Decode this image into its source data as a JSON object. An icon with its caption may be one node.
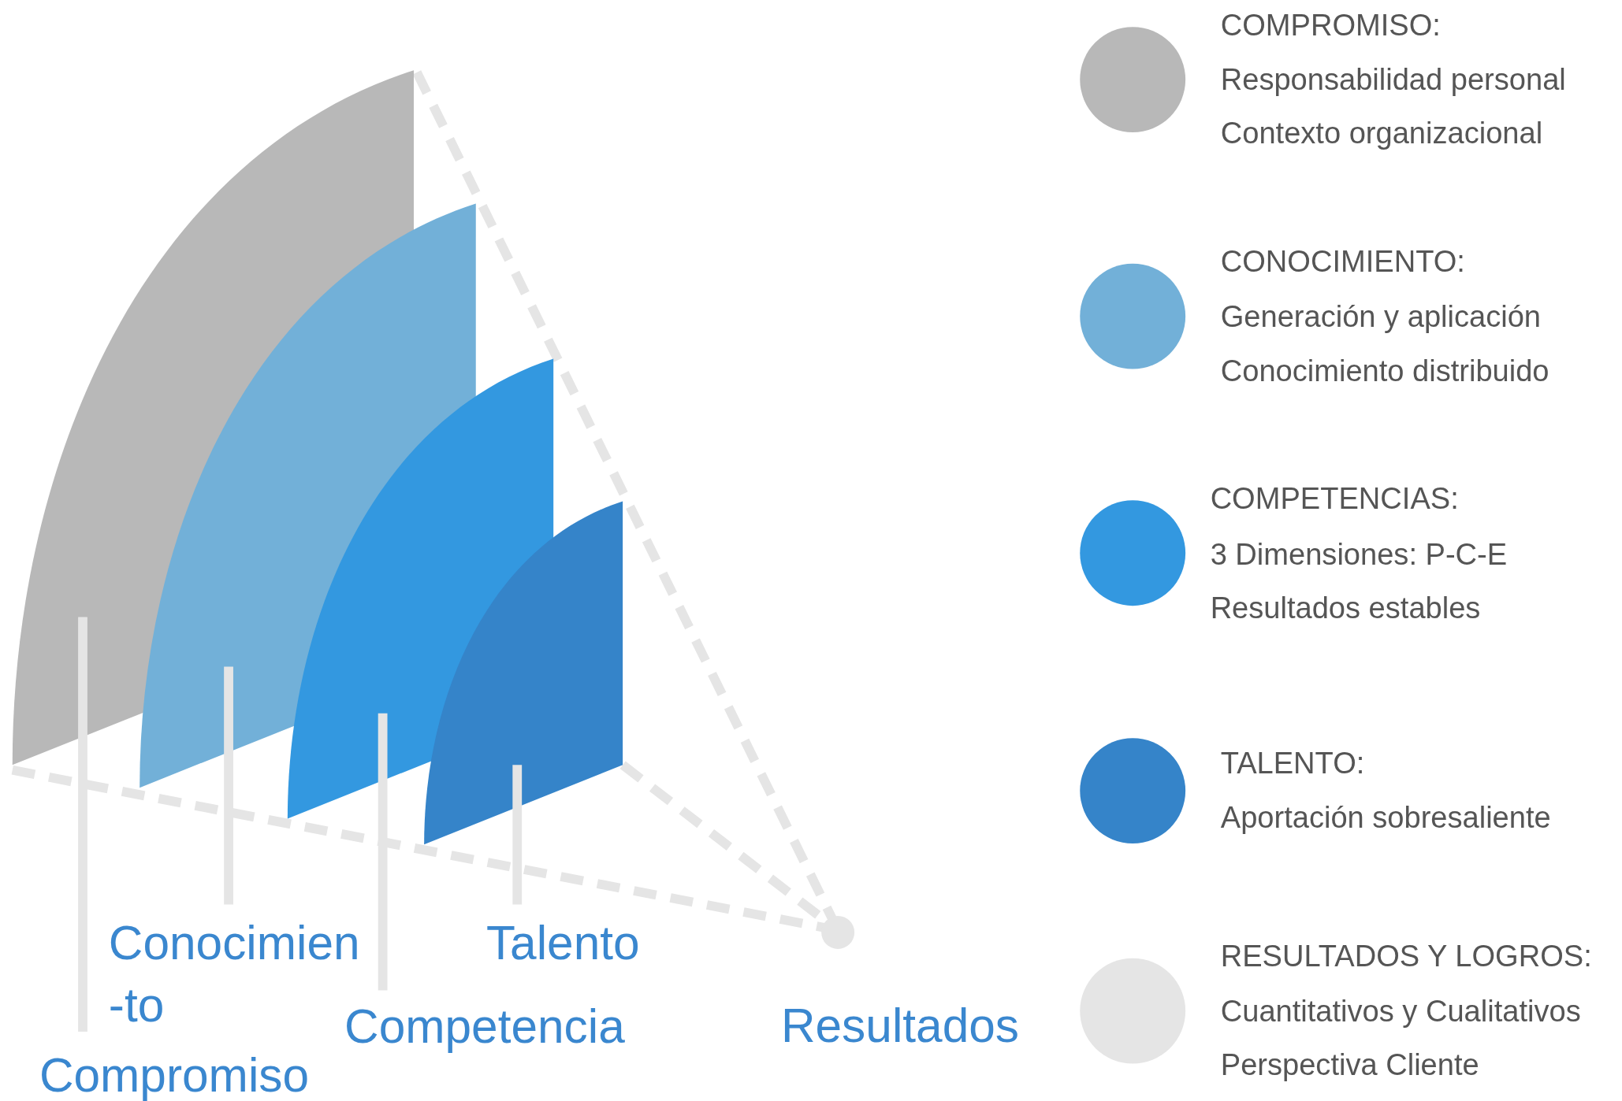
{
  "diagram": {
    "nodes": [
      {
        "text": [],
        "shape": "sail"
      },
      {
        "text": [],
        "shape": "sail"
      },
      {
        "text": [],
        "shape": "sail"
      },
      {
        "text": [],
        "shape": "sail"
      },
      {
        "text": [],
        "shape": "circle",
        "beside": [
          "Resultados"
        ]
      },
      {
        "text": [
          "Compromiso"
        ]
      },
      {
        "text": [
          "Conocimien -to"
        ]
      },
      {
        "text": [
          "Competencia"
        ]
      },
      {
        "text": [
          "Talento"
        ]
      }
    ],
    "edges": [
      {
        "from": 5,
        "to": 0,
        "arrow": "none"
      },
      {
        "from": 6,
        "to": 1,
        "arrow": "none"
      },
      {
        "from": 7,
        "to": 2,
        "arrow": "none"
      },
      {
        "from": 8,
        "to": 3,
        "arrow": "none"
      }
    ],
    "labels": [
      "Responsabilidad personal",
      "Contexto organizacional",
      "Generación y aplicación",
      "Conocimiento distribuido",
      "3 Dimensiones: P-C-E",
      "Resultados estables",
      "Aportación sobresaliente",
      "Cuantitativos y Cualitativos",
      "Perspectiva Cliente"
    ],
    "legend": [
      {
        "text": "COMPROMISO:",
        "color": "#b8b8b8"
      },
      {
        "text": "CONOCIMIENTO:",
        "color": "#72b0d8"
      },
      {
        "text": "COMPETENCIAS:",
        "color": "#3398e0"
      },
      {
        "text": "TALENTO:",
        "color": "#3584c9"
      },
      {
        "text": "RESULTADOS Y LOGROS:",
        "color": "#e5e5e5"
      }
    ]
  }
}
